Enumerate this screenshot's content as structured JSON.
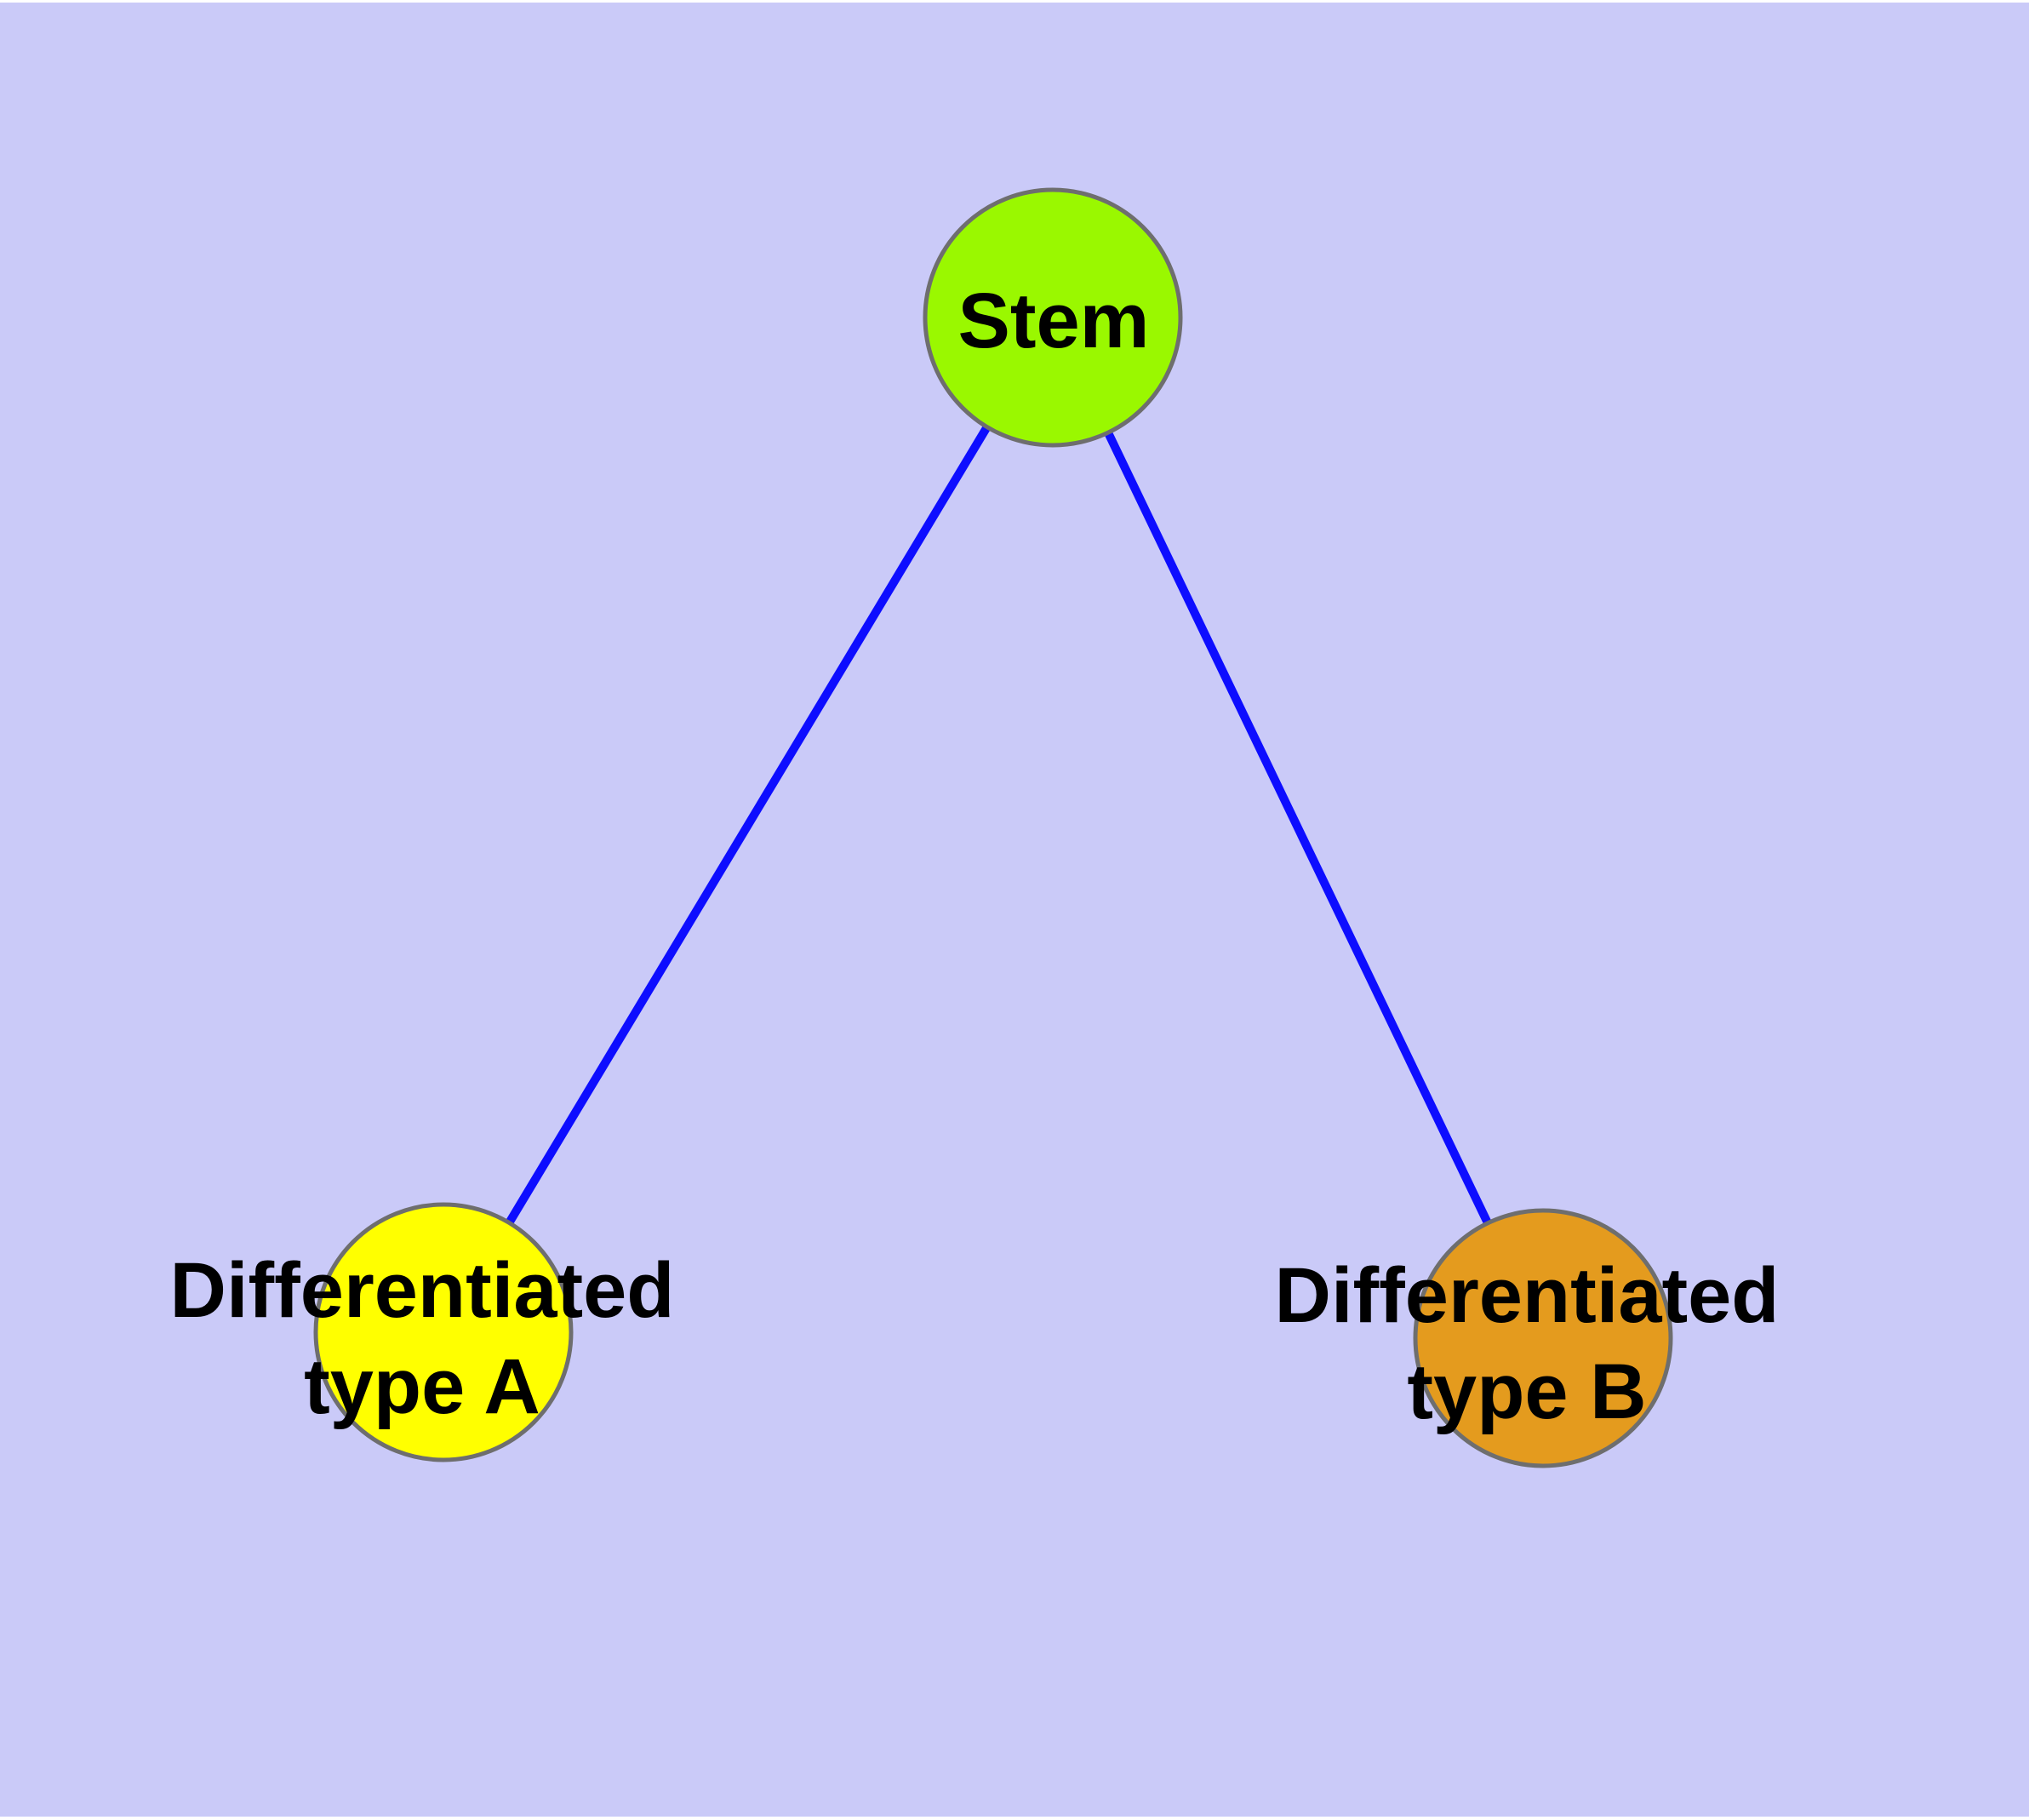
{
  "background_color": "#CACAF8",
  "graph": {
    "nodes": [
      {
        "id": "stem",
        "lines": [
          "Stem"
        ],
        "fill": "#9AF800"
      },
      {
        "id": "differentiated-type-a",
        "lines": [
          "Differentiated",
          "type A"
        ],
        "fill": "#FFFF00"
      },
      {
        "id": "differentiated-type-b",
        "lines": [
          "Differentiated",
          "type B"
        ],
        "fill": "#E49B1E"
      }
    ],
    "edges": [
      {
        "from": "stem",
        "to": "differentiated-type-a"
      },
      {
        "from": "stem",
        "to": "differentiated-type-b"
      }
    ],
    "edge_color": "#0D0DFF",
    "node_border_color": "#6E6E6E",
    "label_color": "#000000"
  }
}
